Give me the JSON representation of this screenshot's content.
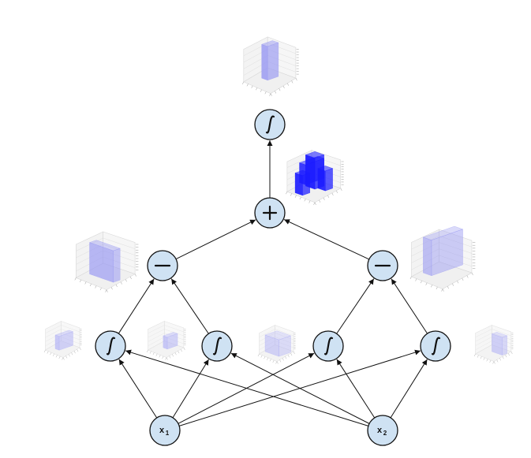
{
  "diagram": {
    "inputs": [
      {
        "id": "x1",
        "label": "x",
        "subscript": "1"
      },
      {
        "id": "x2",
        "label": "x",
        "subscript": "2"
      }
    ],
    "nodes": [
      {
        "id": "s1",
        "op": "sigmoid"
      },
      {
        "id": "s2",
        "op": "sigmoid"
      },
      {
        "id": "s3",
        "op": "sigmoid"
      },
      {
        "id": "s4",
        "op": "sigmoid"
      },
      {
        "id": "m1",
        "op": "minus"
      },
      {
        "id": "m2",
        "op": "minus"
      },
      {
        "id": "p1",
        "op": "plus"
      },
      {
        "id": "out",
        "op": "sigmoid"
      }
    ],
    "edges": [
      [
        "x1",
        "s1"
      ],
      [
        "x1",
        "s2"
      ],
      [
        "x1",
        "s3"
      ],
      [
        "x1",
        "s4"
      ],
      [
        "x2",
        "s1"
      ],
      [
        "x2",
        "s2"
      ],
      [
        "x2",
        "s3"
      ],
      [
        "x2",
        "s4"
      ],
      [
        "s1",
        "m1"
      ],
      [
        "s2",
        "m1"
      ],
      [
        "s3",
        "m2"
      ],
      [
        "s4",
        "m2"
      ],
      [
        "m1",
        "p1"
      ],
      [
        "m2",
        "p1"
      ],
      [
        "p1",
        "out"
      ]
    ],
    "thumbnails": [
      {
        "id": "thumb-s1",
        "shape": "step-x",
        "faint": true
      },
      {
        "id": "thumb-s2",
        "shape": "step-x-shifted",
        "faint": true
      },
      {
        "id": "thumb-s3",
        "shape": "step-y",
        "faint": true
      },
      {
        "id": "thumb-s4",
        "shape": "step-y-shifted",
        "faint": true
      },
      {
        "id": "thumb-m1",
        "shape": "ridge-x",
        "faint": false
      },
      {
        "id": "thumb-m2",
        "shape": "ridge-y",
        "faint": false
      },
      {
        "id": "thumb-p1",
        "shape": "cross",
        "faint": false
      },
      {
        "id": "thumb-out",
        "shape": "tower",
        "faint": false
      }
    ],
    "colors": {
      "node_fill": "#cfe2f3",
      "bar_blue": "#1a1aff",
      "bar_light": "#9b9bf2"
    }
  }
}
